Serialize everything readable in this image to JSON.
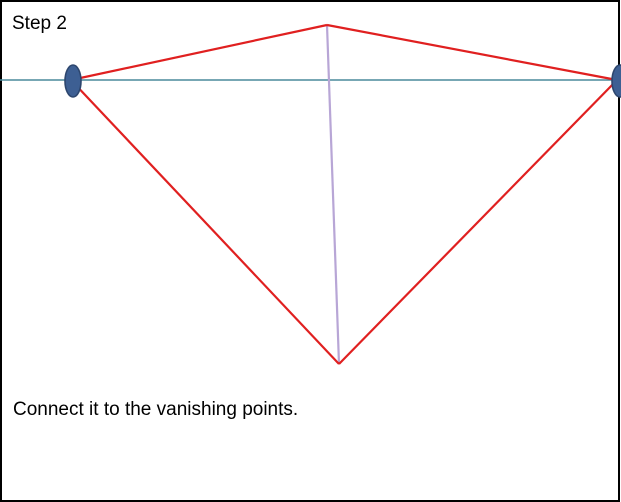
{
  "title": "Step 2",
  "instruction": "Connect it to the vanishing points.",
  "colors": {
    "border": "#000000",
    "horizon_line": "#4a8a9c",
    "connector_lines": "#e02020",
    "vertical_edge": "#b8a6d6",
    "vanishing_point_fill": "#3d5f93",
    "vanishing_point_stroke": "#2d466e"
  },
  "icons": {
    "left_vanishing_point": "vanishing-point-marker",
    "right_vanishing_point": "vanishing-point-marker"
  }
}
